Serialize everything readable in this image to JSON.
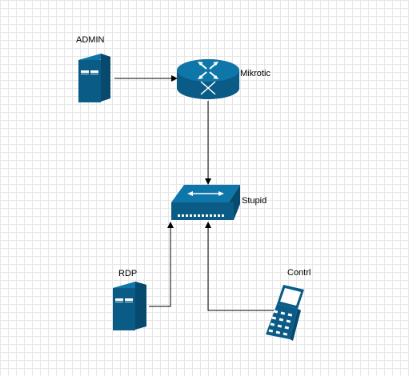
{
  "diagram": {
    "nodes": {
      "admin": {
        "label": "ADMIN",
        "icon": "server-tower-icon"
      },
      "router": {
        "label": "Mikrotic",
        "icon": "router-icon"
      },
      "switch": {
        "label": "Stupid",
        "icon": "switch-icon"
      },
      "rdp": {
        "label": "RDP",
        "icon": "server-tower-icon"
      },
      "contrl": {
        "label": "Contrl",
        "icon": "handheld-phone-icon"
      }
    },
    "edges": [
      {
        "from": "ADMIN",
        "to": "Mikrotic"
      },
      {
        "from": "Mikrotic",
        "to": "Stupid"
      },
      {
        "from": "RDP",
        "to": "Stupid"
      },
      {
        "from": "Contrl",
        "to": "Stupid"
      }
    ]
  },
  "colors": {
    "device_fill": "#0a5b85",
    "device_highlight": "#ffffff",
    "grid": "#e6e6e6",
    "edge": "#000000"
  }
}
